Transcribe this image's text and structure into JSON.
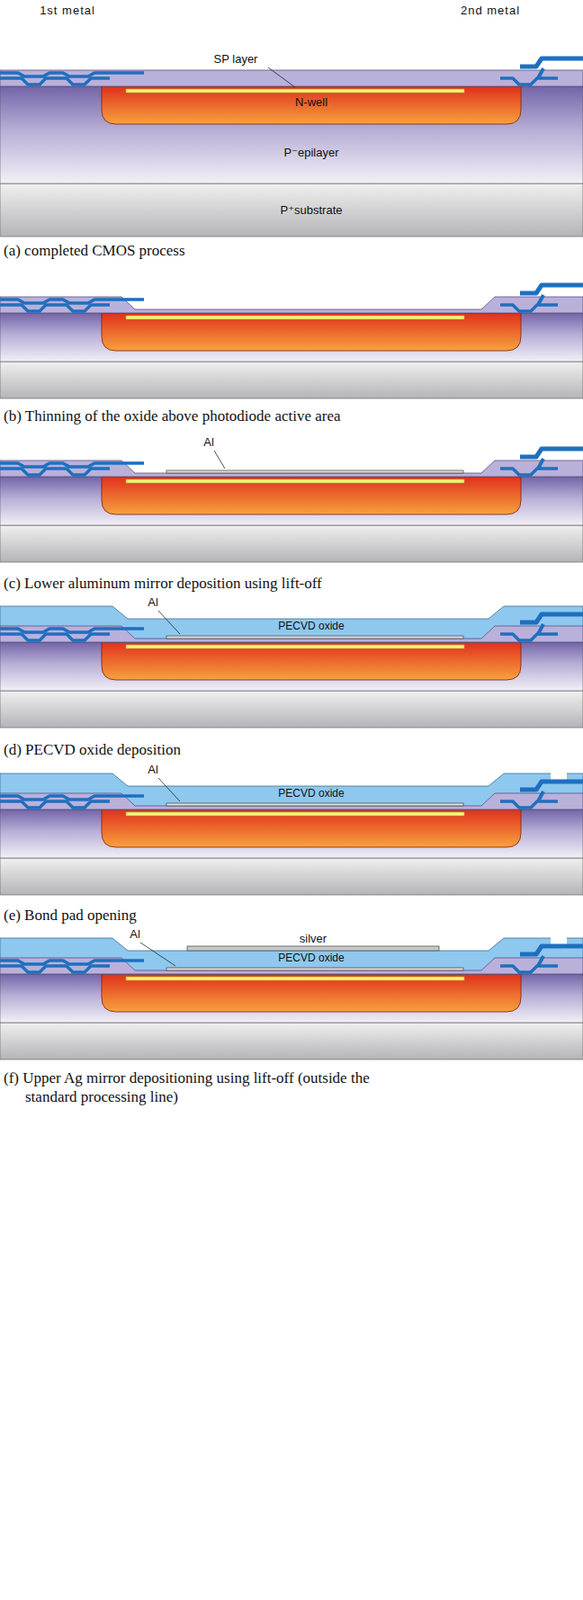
{
  "diagram": {
    "labels": [
      "1st metal",
      "2nd metal",
      "SP layer",
      "N-well",
      "P⁻epilayer",
      "P⁺substrate",
      "(a) completed CMOS process",
      "(b) Thinning of the oxide above photodiode active area",
      "Al",
      "(c) Lower aluminum mirror deposition using lift-off",
      "Al",
      "PECVD oxide",
      "(d) PECVD oxide deposition",
      "Al",
      "PECVD oxide",
      "(e) Bond pad opening",
      "Al",
      "silver",
      "PECVD oxide",
      "(f) Upper Ag mirror depositioning using lift-off (outside the standard processing line)"
    ]
  }
}
